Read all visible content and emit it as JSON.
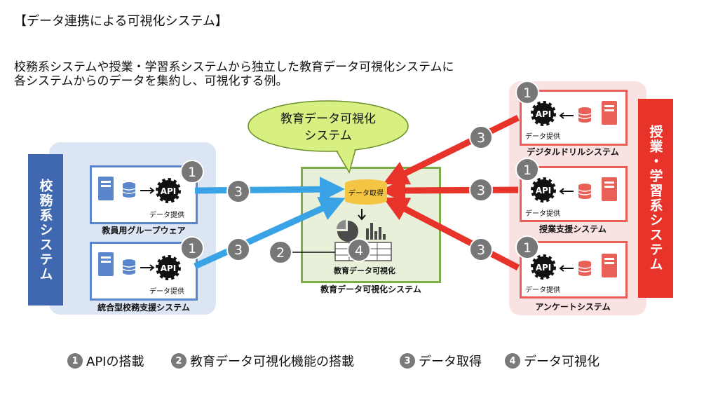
{
  "title": "【データ連携による可視化システム】",
  "description": {
    "line1": "校務系システムや授業・学習系システムから独立した教育データ可視化システムに",
    "line2": "各システムからのデータを集約し、可視化する例。"
  },
  "left_group": {
    "label": "校務系システム",
    "systems": [
      {
        "name": "教員用グループウェア",
        "api": "API",
        "provide": "データ提供",
        "step": "1"
      },
      {
        "name": "統合型校務支援システム",
        "api": "API",
        "provide": "データ提供",
        "step": "1"
      }
    ]
  },
  "right_group": {
    "label": "授業・学習系システム",
    "systems": [
      {
        "name": "デジタルドリルシステム",
        "api": "API",
        "provide": "データ提供",
        "step": "1"
      },
      {
        "name": "授業支援システム",
        "api": "API",
        "provide": "データ提供",
        "step": "1"
      },
      {
        "name": "アンケートシステム",
        "api": "API",
        "provide": "データ提供",
        "step": "1"
      }
    ]
  },
  "center": {
    "bubble_line1": "教育データ可視化",
    "bubble_line2": "システム",
    "acquire_label": "データ取得",
    "visualize_label": "教育データ可視化",
    "system_label": "教育データ可視化システム",
    "step2": "2",
    "step4": "4"
  },
  "arrow_step": "3",
  "legend": [
    {
      "num": "1",
      "label": "APIの搭載"
    },
    {
      "num": "2",
      "label": "教育データ可視化機能の搭載"
    },
    {
      "num": "3",
      "label": "データ取得"
    },
    {
      "num": "4",
      "label": "データ可視化"
    }
  ],
  "colors": {
    "left_panel": "#dbe5f3",
    "left_label": "#3f68b0",
    "left_box": "#5a86cc",
    "right_panel": "#fbe2e2",
    "right_label": "#e8332a",
    "right_box": "#e86058",
    "center_panel": "#e8f0da",
    "center_border": "#7cae4a",
    "bubble": "#d8ef82",
    "arrow_blue": "#3aa3e6",
    "arrow_red": "#e8332a",
    "badge": "#777777"
  }
}
